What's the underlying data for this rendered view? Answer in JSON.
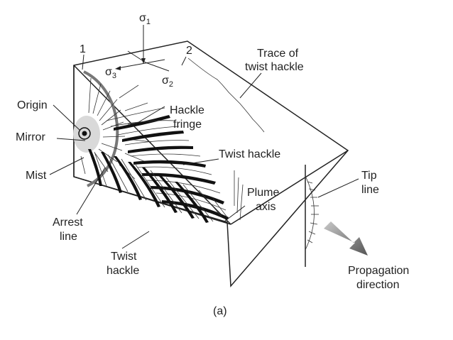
{
  "labels": {
    "sigma1": "σ",
    "sigma1_sub": "1",
    "sigma2": "σ",
    "sigma2_sub": "2",
    "sigma3": "σ",
    "sigma3_sub": "3",
    "marker1": "1",
    "marker2": "2",
    "trace_line1": "Trace of",
    "trace_line2": "twist hackle",
    "origin": "Origin",
    "mirror": "Mirror",
    "mist": "Mist",
    "hackle_fringe_line1": "Hackle",
    "hackle_fringe_line2": "fringe",
    "twist_hackle_top": "Twist hackle",
    "plume_line1": "Plume",
    "plume_line2": "axis",
    "tip_line1": "Tip",
    "tip_line2": "line",
    "arrest_line1": "Arrest",
    "arrest_line2": "line",
    "twist_hackle_bottom_line1": "Twist",
    "twist_hackle_bottom_line2": "hackle",
    "propagation_line1": "Propagation",
    "propagation_line2": "direction",
    "caption": "(a)"
  },
  "colors": {
    "mirror_fill": "#d9d9d9",
    "arrest_line": "#777777",
    "arrow": "#6e6e6e",
    "ink": "#222222"
  }
}
